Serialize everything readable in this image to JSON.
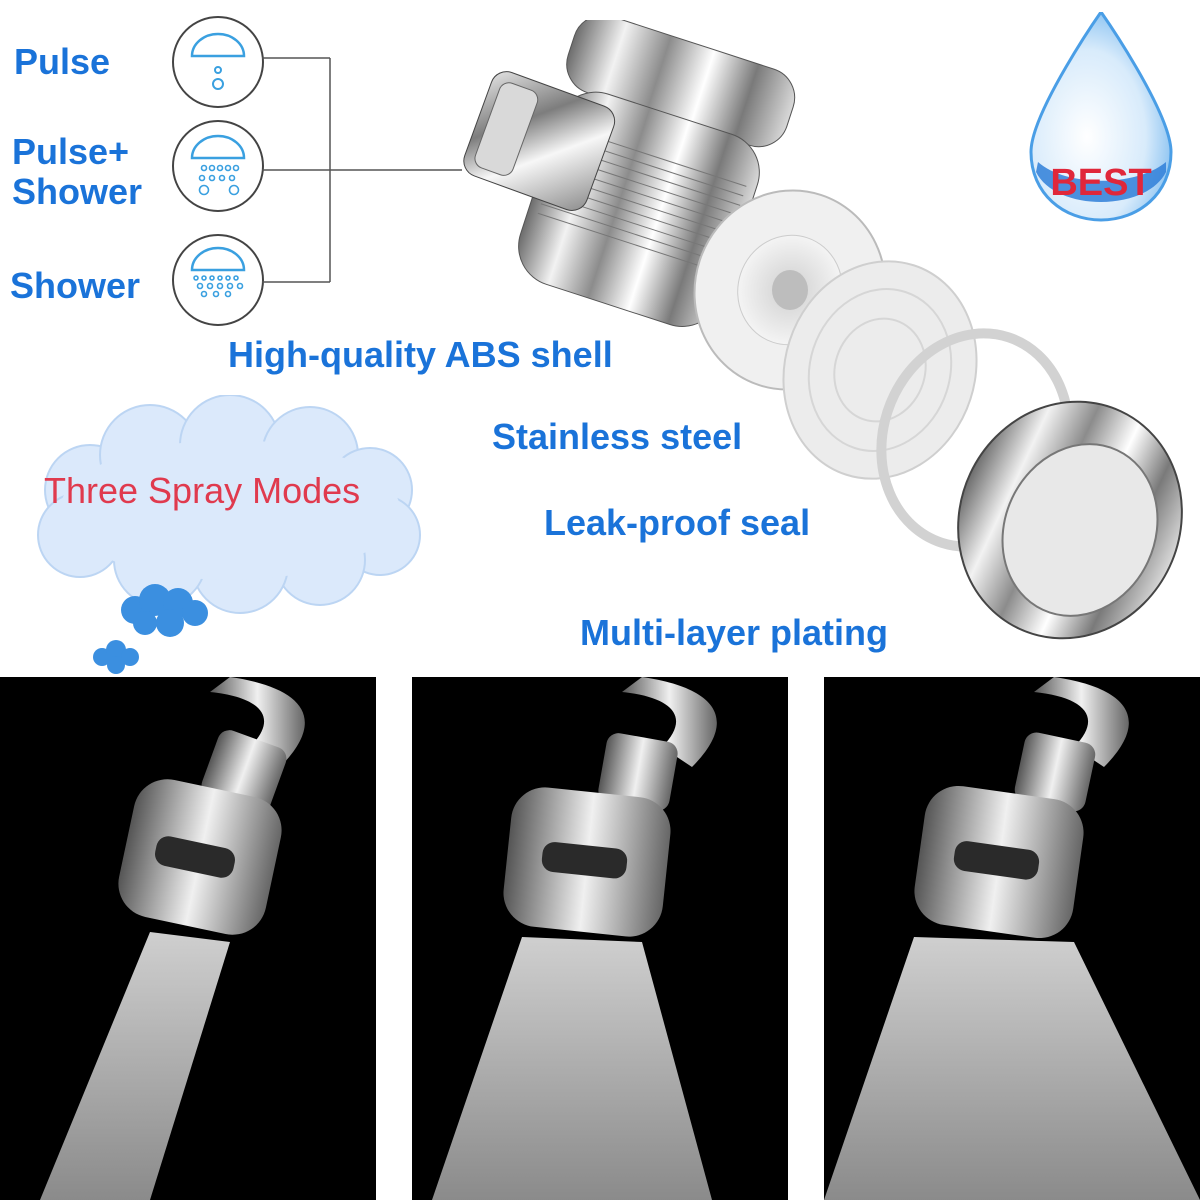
{
  "modes": [
    {
      "label": "Pulse"
    },
    {
      "label": "Pulse+\nShower"
    },
    {
      "label": "Shower"
    }
  ],
  "parts": {
    "abs_shell": "High-quality ABS shell",
    "stainless": "Stainless steel",
    "seal": "Leak-proof seal",
    "plating": "Multi-layer plating"
  },
  "badge": "BEST",
  "cloud_text": "Three Spray Modes",
  "colors": {
    "label_blue": "#1a73d9",
    "cloud_text": "#e03a4e",
    "badge_text": "#e0273a",
    "cloud_fill": "#dbe9fb",
    "small_cloud": "#3b8fe0"
  },
  "photos": [
    {
      "icon": "faucet-aerator-spray-narrow"
    },
    {
      "icon": "faucet-aerator-spray-medium"
    },
    {
      "icon": "faucet-aerator-spray-wide"
    }
  ]
}
